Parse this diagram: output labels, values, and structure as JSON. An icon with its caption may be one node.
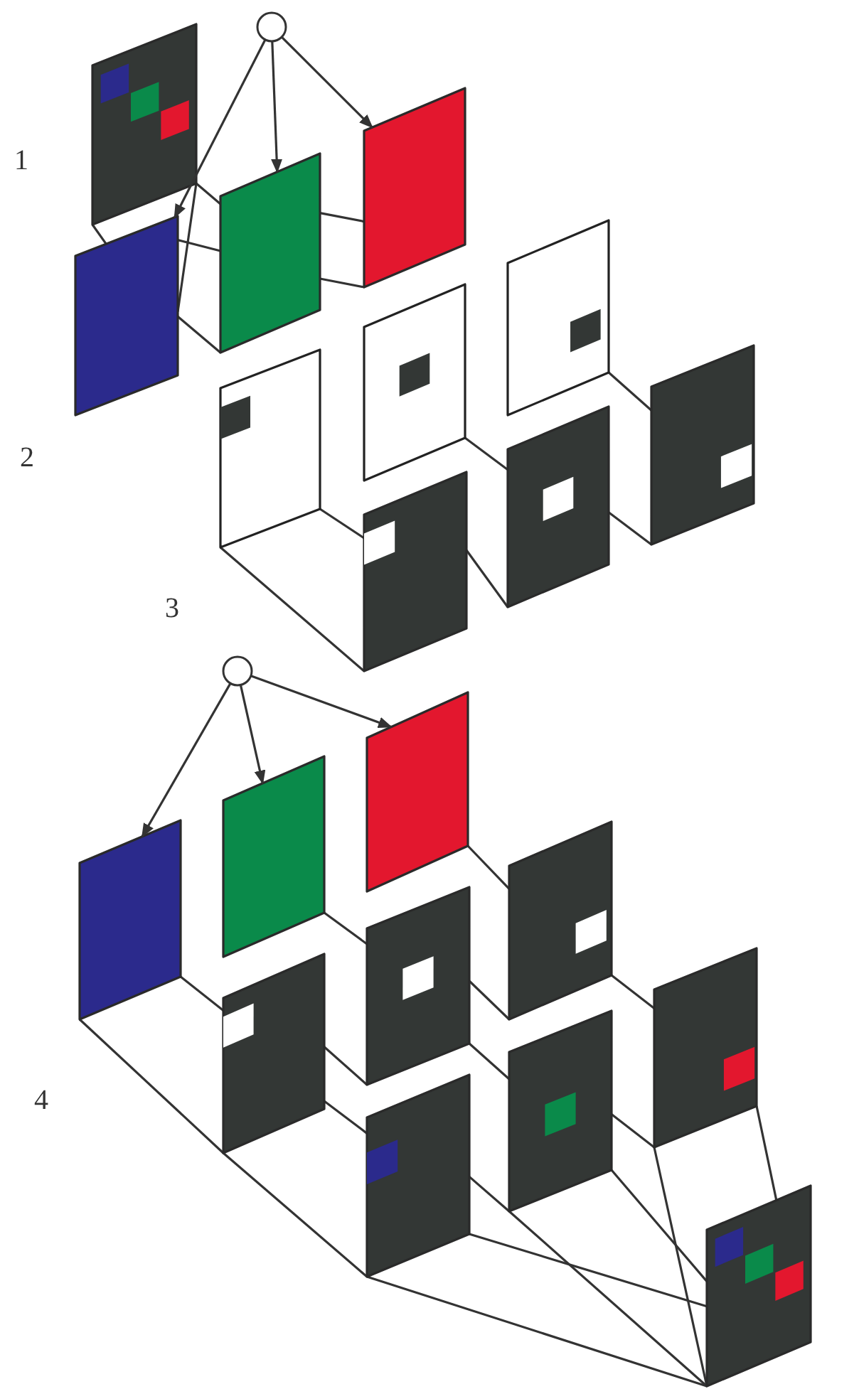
{
  "diagram": {
    "nodes": [
      {
        "text": [],
        "shape": "circle"
      },
      {
        "text": [],
        "shape": "box"
      },
      {
        "text": [],
        "shape": "box"
      },
      {
        "text": [],
        "shape": "box"
      },
      {
        "text": [],
        "shape": "box"
      },
      {
        "text": [],
        "shape": "box"
      },
      {
        "text": [],
        "shape": "box"
      },
      {
        "text": [],
        "shape": "box"
      },
      {
        "text": [],
        "shape": "box"
      },
      {
        "text": [],
        "shape": "box"
      },
      {
        "text": [],
        "shape": "box"
      },
      {
        "text": [],
        "shape": "circle"
      },
      {
        "text": [],
        "shape": "box"
      },
      {
        "text": [],
        "shape": "box"
      },
      {
        "text": [],
        "shape": "box"
      },
      {
        "text": [],
        "shape": "box"
      },
      {
        "text": [],
        "shape": "box"
      },
      {
        "text": [],
        "shape": "box"
      },
      {
        "text": [],
        "shape": "box"
      },
      {
        "text": [],
        "shape": "box"
      },
      {
        "text": [],
        "shape": "box"
      },
      {
        "text": [],
        "shape": "box"
      }
    ],
    "edges": [
      {
        "from": 0,
        "to": 2,
        "arrow": "to"
      },
      {
        "from": 0,
        "to": 3,
        "arrow": "to"
      },
      {
        "from": 0,
        "to": 4,
        "arrow": "to"
      },
      {
        "from": 1,
        "to": 2,
        "arrow": "none"
      },
      {
        "from": 1,
        "to": 2,
        "arrow": "none"
      },
      {
        "from": 1,
        "to": 3,
        "arrow": "none"
      },
      {
        "from": 2,
        "to": 3,
        "arrow": "none"
      },
      {
        "from": 2,
        "to": 3,
        "arrow": "none"
      },
      {
        "from": 3,
        "to": 4,
        "arrow": "none"
      },
      {
        "from": 3,
        "to": 4,
        "arrow": "none"
      },
      {
        "from": 5,
        "to": 8,
        "arrow": "none"
      },
      {
        "from": 5,
        "to": 8,
        "arrow": "none"
      },
      {
        "from": 6,
        "to": 9,
        "arrow": "none"
      },
      {
        "from": 7,
        "to": 10,
        "arrow": "none"
      },
      {
        "from": 8,
        "to": 9,
        "arrow": "none"
      },
      {
        "from": 9,
        "to": 10,
        "arrow": "none"
      },
      {
        "from": 11,
        "to": 12,
        "arrow": "to"
      },
      {
        "from": 11,
        "to": 13,
        "arrow": "to"
      },
      {
        "from": 11,
        "to": 14,
        "arrow": "to"
      },
      {
        "from": 12,
        "to": 15,
        "arrow": "none"
      },
      {
        "from": 12,
        "to": 15,
        "arrow": "none"
      },
      {
        "from": 13,
        "to": 16,
        "arrow": "none"
      },
      {
        "from": 14,
        "to": 17,
        "arrow": "none"
      },
      {
        "from": 15,
        "to": 16,
        "arrow": "none"
      },
      {
        "from": 16,
        "to": 17,
        "arrow": "none"
      },
      {
        "from": 15,
        "to": 18,
        "arrow": "none"
      },
      {
        "from": 15,
        "to": 18,
        "arrow": "none"
      },
      {
        "from": 16,
        "to": 19,
        "arrow": "none"
      },
      {
        "from": 17,
        "to": 20,
        "arrow": "none"
      },
      {
        "from": 18,
        "to": 19,
        "arrow": "none"
      },
      {
        "from": 19,
        "to": 20,
        "arrow": "none"
      },
      {
        "from": 18,
        "to": 21,
        "arrow": "none"
      },
      {
        "from": 18,
        "to": 21,
        "arrow": "none"
      },
      {
        "from": 19,
        "to": 21,
        "arrow": "none"
      },
      {
        "from": 19,
        "to": 21,
        "arrow": "none"
      },
      {
        "from": 20,
        "to": 21,
        "arrow": "none"
      },
      {
        "from": 20,
        "to": 21,
        "arrow": "none"
      }
    ],
    "labels": [
      "1",
      "2",
      "3",
      "4"
    ]
  }
}
